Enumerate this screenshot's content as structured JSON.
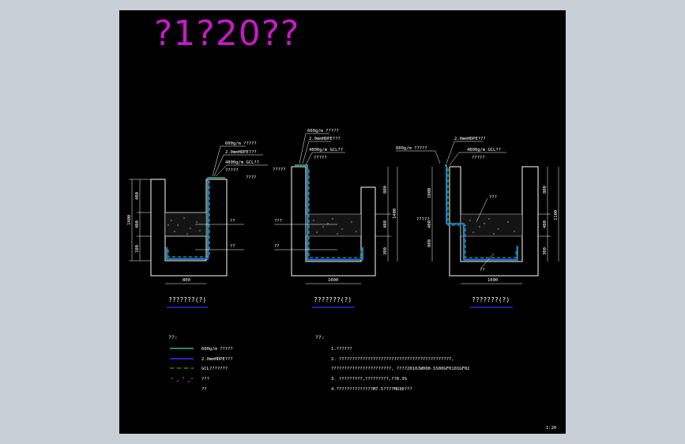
{
  "title": "?1?20??",
  "scale": "1:20",
  "sections": [
    {
      "caption": "???????(?)",
      "labels": {
        "geo": "600g/m ?????",
        "hdpe": "2.0mmHDPE???",
        "gcl": "4800g/m GCL??",
        "sub1": "?????",
        "sub2": "????"
      },
      "fill_upper": "??",
      "fill_lower": "??",
      "dims_left": [
        "400",
        "400",
        "100"
      ],
      "dim_total": "1400",
      "dim_bottom": "800",
      "dim_right": ""
    },
    {
      "caption": "???????(?)",
      "labels": {
        "geo": "600g/m ?????",
        "hdpe": "2.0mmHDPE???",
        "gcl": "4800g/m GCL??",
        "sub1": "?????",
        "sub2": "?????"
      },
      "fill_upper": "???",
      "fill_lower": "??",
      "dims_left": [
        "800",
        "400",
        "300"
      ],
      "dim_total": "1400",
      "dim_bottom": "1000",
      "dim_right": ""
    },
    {
      "caption": "???????(?)",
      "labels": {
        "geo": "600g/m ?????",
        "hdpe": "2.0mmHDPE???",
        "gcl": "4800g/m GCL??",
        "sub1": "?????",
        "sub2": "?????"
      },
      "fill_upper": "???",
      "fill_lower": "??",
      "dims_left": [
        "1000",
        "400",
        "800"
      ],
      "dim_total": "",
      "dim_bottom": "1000",
      "dim_right": "800",
      "dim_right2": "400",
      "dim_right3": "300",
      "dim_right_total": "1100"
    }
  ],
  "legend": {
    "heading": "??:",
    "items": [
      {
        "icon": "geotextile-line",
        "text": "600g/m ?????",
        "color": "#3fd7b0"
      },
      {
        "icon": "hdpe-line",
        "text": "2.0mmHDPE???",
        "color": "#2a35ff"
      },
      {
        "icon": "gcl-dashed-line",
        "text": "GCL???????",
        "color": "#1fe01f"
      },
      {
        "icon": "gravel-hatch",
        "text": "???",
        "color": "#ffffff"
      },
      {
        "icon": "soil-blank",
        "text": "??",
        "color": "#ffffff"
      }
    ]
  },
  "notes": {
    "heading": "??:",
    "lines": [
      "1.??????",
      "2. ???????????????????????????????????????????,",
      "   ???????????????????????,     ????2010JW008-SS00GF0101GF02",
      "3. ?????????,?????????,??0.3%",
      "4.??????????????M7.5????MU30???"
    ]
  }
}
